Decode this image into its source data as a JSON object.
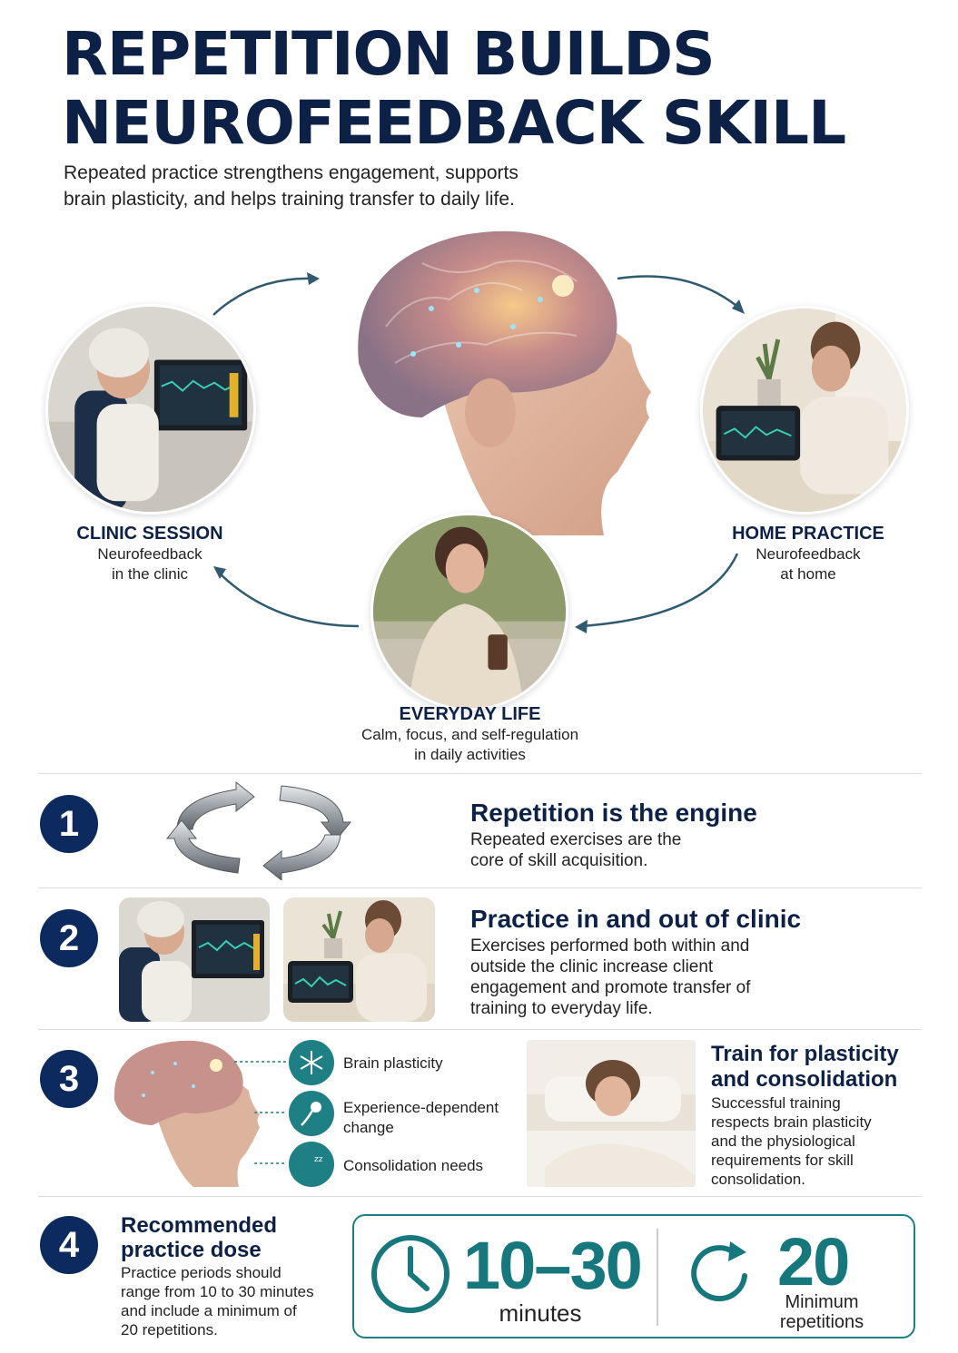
{
  "header": {
    "title_line1": "REPETITION BUILDS",
    "title_line2": "NEUROFEEDBACK SKILL",
    "subtitle": "Repeated practice strengthens engagement, supports brain plasticity, and helps training transfer to daily life."
  },
  "cycle": {
    "clinic": {
      "title": "CLINIC SESSION",
      "line1": "Neurofeedback",
      "line2": "in the clinic"
    },
    "home": {
      "title": "HOME PRACTICE",
      "line1": "Neurofeedback",
      "line2": "at home"
    },
    "life": {
      "title": "EVERYDAY LIFE",
      "line1": "Calm, focus, and self-regulation",
      "line2": "in daily activities"
    }
  },
  "steps": [
    {
      "number": "1",
      "title": "Repetition is the engine",
      "text_line1": "Repeated exercises are the",
      "text_line2": "core of skill acquisition."
    },
    {
      "number": "2",
      "title": "Practice in and out of clinic",
      "text_line1": "Exercises performed both within and",
      "text_line2": "outside the clinic increase client",
      "text_line3": "engagement and promote transfer of",
      "text_line4": "training to everyday life."
    },
    {
      "number": "3",
      "title_line1": "Train for plasticity",
      "title_line2": "and consolidation",
      "features": [
        {
          "label": "Brain plasticity",
          "icon": "snowflake-neuron-icon"
        },
        {
          "label_line1": "Experience-dependent",
          "label_line2": "change",
          "icon": "neuron-icon"
        },
        {
          "label": "Consolidation needs",
          "icon": "moon-sleep-icon"
        }
      ],
      "text_line1": "Successful training",
      "text_line2": "respects brain plasticity",
      "text_line3": "and the physiological",
      "text_line4": "requirements for skill",
      "text_line5": "consolidation."
    },
    {
      "number": "4",
      "title_line1": "Recommended",
      "title_line2": "practice dose",
      "text_line1": "Practice periods should",
      "text_line2": "range from 10 to 30 minutes",
      "text_line3": "and include a minimum of",
      "text_line4": "20 repetitions.",
      "dose": {
        "minutes_value": "10–30",
        "minutes_unit": "minutes",
        "reps_value": "20",
        "reps_unit_line1": "Minimum",
        "reps_unit_line2": "repetitions"
      }
    }
  ],
  "colors": {
    "navy": "#0d2147",
    "teal": "#1e7f84",
    "badge": "#0d2a5e"
  }
}
